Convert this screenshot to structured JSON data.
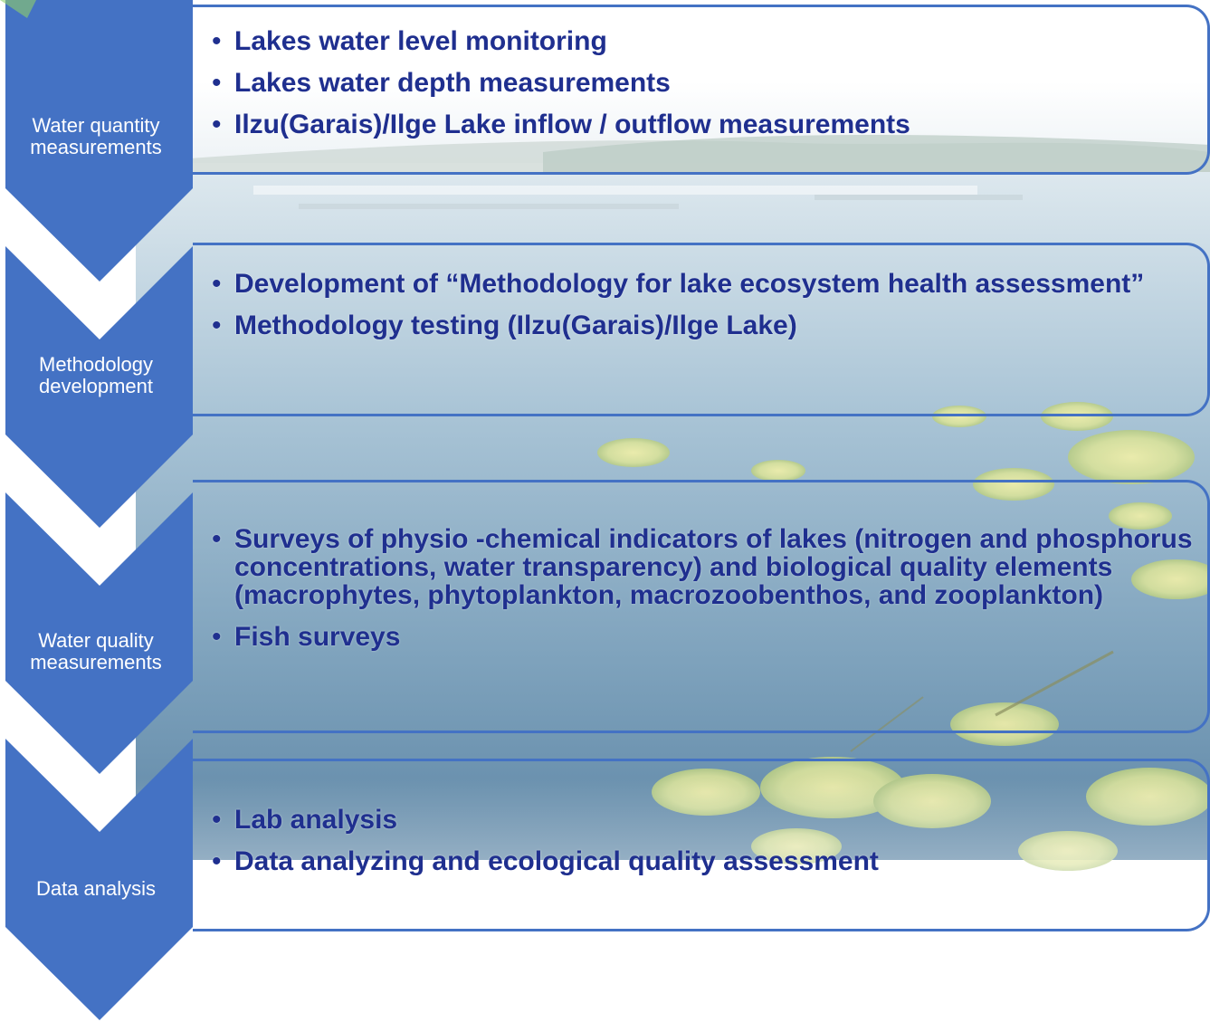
{
  "stages": [
    {
      "label": "Water quantity\nmeasurements",
      "bullets": [
        "Lakes water level monitoring",
        "Lakes water depth measurements",
        "Ilzu(Garais)/Ilge Lake inflow / outflow measurements"
      ]
    },
    {
      "label": "Methodology\ndevelopment",
      "bullets": [
        "Development of “Methodology for lake ecosystem health assessment”",
        "Methodology testing (Ilzu(Garais)/Ilge Lake)"
      ]
    },
    {
      "label": "Water quality\nmeasurements",
      "bullets": [
        "Surveys of physio -chemical indicators of lakes (nitrogen and phosphorus concentrations, water transparency) and biological quality elements (macrophytes, phytoplankton, macrozoobenthos, and zooplankton)",
        "Fish surveys"
      ]
    },
    {
      "label": "Data analysis",
      "bullets": [
        "Lab analysis",
        "Data analyzing and ecological quality assessment"
      ]
    }
  ],
  "colors": {
    "chevron": "#4472c4",
    "panel_border": "#4472c4",
    "bullet_text": "#1f2f8f",
    "chevron_text": "#ffffff"
  }
}
